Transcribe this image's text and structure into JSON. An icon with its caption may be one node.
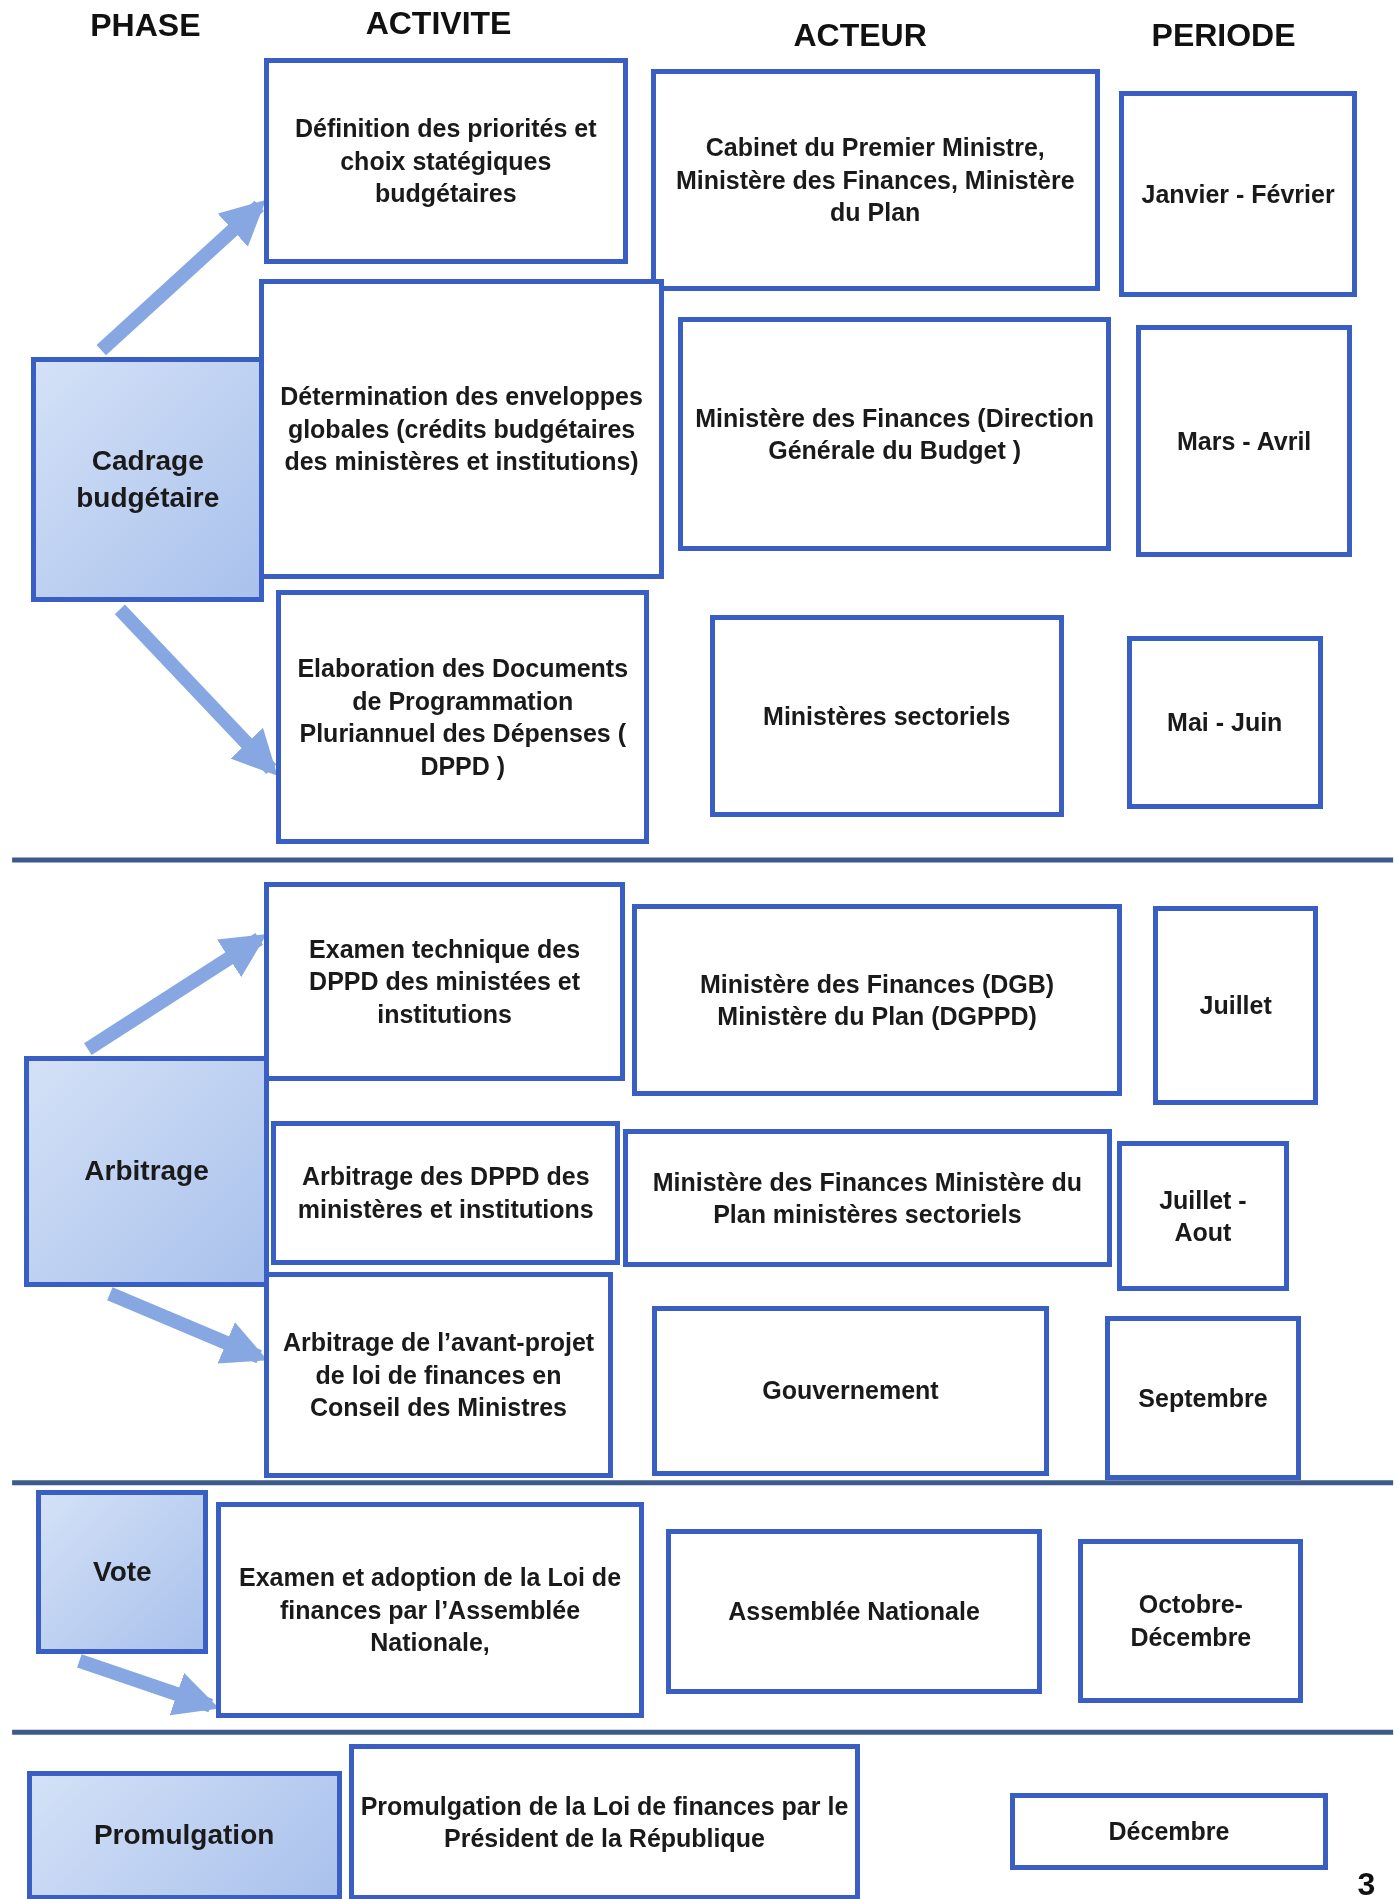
{
  "diagram": {
    "nodes": [
      {
        "text": [
          "Cadrage budgétaire"
        ]
      },
      {
        "text": [
          "Définition des priorités et choix statégiques budgétaires"
        ]
      },
      {
        "text": [
          "Cabinet du Premier Ministre, Ministère des Finances, Ministère du Plan"
        ]
      },
      {
        "text": [
          "Janvier - Février"
        ]
      },
      {
        "text": [
          "Détermination des enveloppes globales (crédits budgétaires des ministères et institutions)"
        ]
      },
      {
        "text": [
          "Ministère des Finances (Direction Générale du Budget )"
        ]
      },
      {
        "text": [
          "Mars - Avril"
        ]
      },
      {
        "text": [
          "Elaboration des Documents de Programmation Pluriannuel des Dépenses ( DPPD )"
        ]
      },
      {
        "text": [
          "Ministères sectoriels"
        ]
      },
      {
        "text": [
          "Mai - Juin"
        ]
      },
      {
        "text": [
          "Arbitrage"
        ]
      },
      {
        "text": [
          "Examen technique des DPPD des ministées et institutions"
        ]
      },
      {
        "text": [
          "Ministère des Finances (DGB) Ministère du Plan (DGPPD)"
        ]
      },
      {
        "text": [
          "Juillet"
        ]
      },
      {
        "text": [
          "Arbitrage des DPPD des ministères et institutions"
        ]
      },
      {
        "text": [
          "Ministère des Finances Ministère du Plan ministères sectoriels"
        ]
      },
      {
        "text": [
          "Juillet - Aout"
        ]
      },
      {
        "text": [
          "Arbitrage de l’avant-projet de loi de finances en Conseil des Ministres"
        ]
      },
      {
        "text": [
          "Gouvernement"
        ]
      },
      {
        "text": [
          "Septembre"
        ]
      },
      {
        "text": [
          "Vote"
        ]
      },
      {
        "text": [
          "Examen et adoption de la Loi de finances par l’Assemblée Nationale,"
        ]
      },
      {
        "text": [
          "Assemblée Nationale"
        ]
      },
      {
        "text": [
          "Octobre- Décembre"
        ]
      },
      {
        "text": [
          "Promulgation"
        ]
      },
      {
        "text": [
          "Promulgation de la Loi de finances par le Président de la République"
        ]
      },
      {
        "text": [
          "Décembre"
        ]
      }
    ],
    "edges": [
      {
        "from": 0,
        "to": 1,
        "arrow": "to"
      },
      {
        "from": 0,
        "to": 7,
        "arrow": "to"
      },
      {
        "from": 10,
        "to": 11,
        "arrow": "to"
      },
      {
        "from": 10,
        "to": 17,
        "arrow": "to"
      },
      {
        "from": 20,
        "to": 21,
        "arrow": "to"
      }
    ],
    "labels": [
      "PHASE",
      "ACTIVITE",
      "ACTEUR",
      "PERIODE",
      "3"
    ]
  }
}
